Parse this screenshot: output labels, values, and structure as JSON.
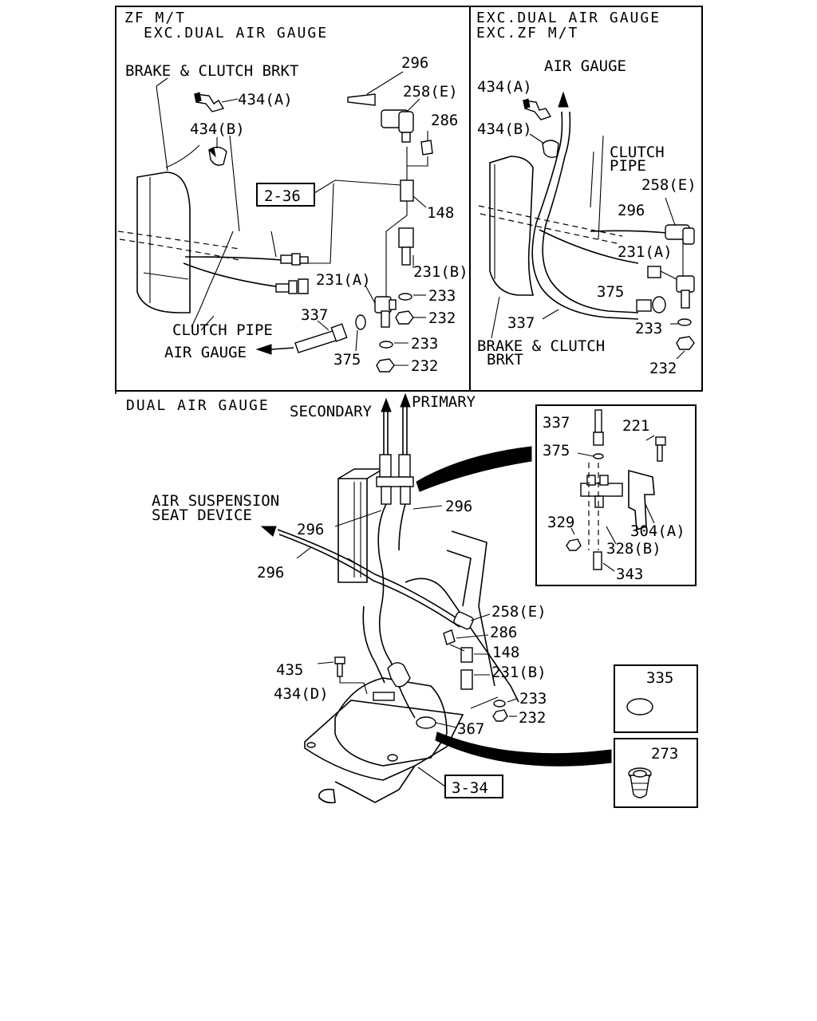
{
  "panels": {
    "zf_mt": {
      "header_line1": "ZF M/T",
      "header_line2": "EXC.DUAL AIR GAUGE",
      "labels": {
        "brake_clutch_brkt": "BRAKE & CLUTCH BRKT",
        "p296": "296",
        "p258e": "258(E)",
        "p286": "286",
        "p434a": "434(A)",
        "p434b": "434(B)",
        "ref_2_36": "2-36",
        "p148": "148",
        "p231b": "231(B)",
        "p231a": "231(A)",
        "p233a": "233",
        "p232a": "232",
        "p337": "337",
        "clutch_pipe": "CLUTCH PIPE",
        "air_gauge": "AIR GAUGE",
        "p375": "375",
        "p233b": "233",
        "p232b": "232"
      }
    },
    "exc_dual": {
      "header_line1": "EXC.DUAL AIR GAUGE",
      "header_line2": "EXC.ZF M/T",
      "labels": {
        "air_gauge": "AIR GAUGE",
        "p434a": "434(A)",
        "p434b": "434(B)",
        "clutch_line1": "CLUTCH",
        "clutch_line2": "PIPE",
        "p258e": "258(E)",
        "p296": "296",
        "p231a": "231(A)",
        "p375": "375",
        "p337": "337",
        "p233": "233",
        "p232": "232",
        "brake_line1": "BRAKE & CLUTCH",
        "brake_line2": "BRKT"
      }
    },
    "dual": {
      "header": "DUAL AIR GAUGE",
      "labels": {
        "secondary": "SECONDARY",
        "primary": "PRIMARY",
        "air_susp_line1": "AIR SUSPENSION",
        "air_susp_line2": "SEAT DEVICE",
        "p296a": "296",
        "p296b": "296",
        "p296c": "296",
        "p258e": "258(E)",
        "p286": "286",
        "p148": "148",
        "p231b": "231(B)",
        "p435": "435",
        "p434d": "434(D)",
        "p233": "233",
        "p232": "232",
        "p367": "367",
        "ref_3_34": "3-34"
      }
    },
    "detail": {
      "labels": {
        "p337": "337",
        "p221": "221",
        "p375": "375",
        "p329": "329",
        "p304a": "304(A)",
        "p328b": "328(B)",
        "p343": "343"
      }
    },
    "detail_335": {
      "label": "335"
    },
    "detail_273": {
      "label": "273"
    }
  }
}
